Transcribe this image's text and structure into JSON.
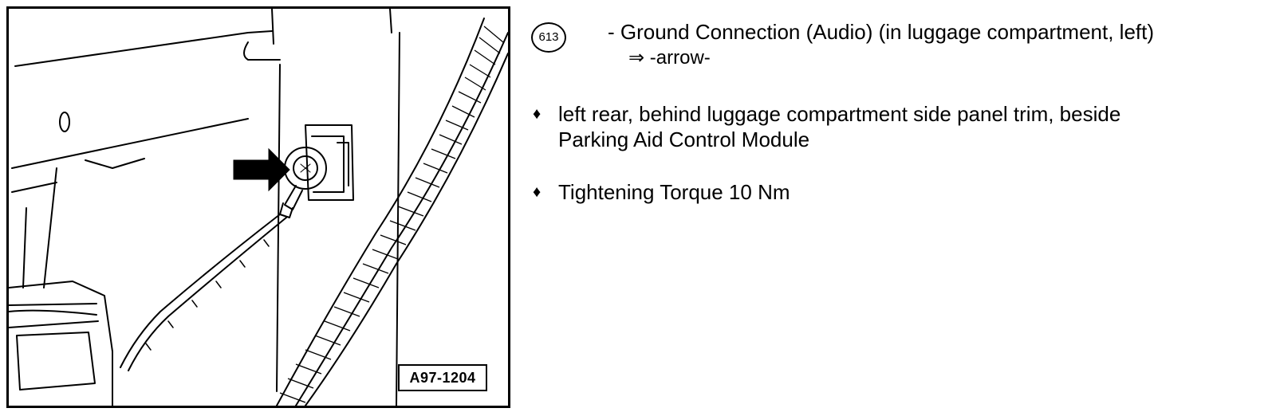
{
  "figure": {
    "id_label": "A97-1204",
    "marker_label": "arrow"
  },
  "item": {
    "number": "613",
    "title": "- Ground Connection (Audio) (in luggage compartment, left)",
    "reference": "⇒ -arrow-"
  },
  "bullets": [
    {
      "symbol": "♦",
      "lines": [
        "left rear, behind luggage compartment side panel trim, beside",
        "Parking Aid Control Module"
      ]
    },
    {
      "symbol": "♦",
      "lines": [
        "Tightening Torque 10 Nm"
      ]
    }
  ]
}
